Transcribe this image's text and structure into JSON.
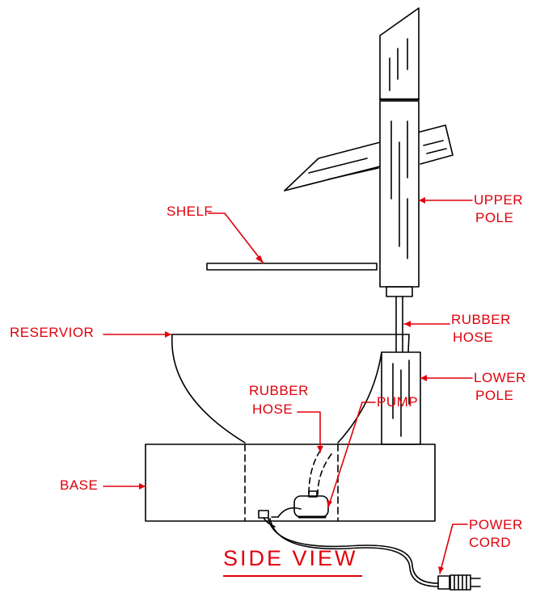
{
  "title": "SIDE VIEW",
  "labels": {
    "shelf": "SHELF",
    "upper_pole_1": "UPPER",
    "upper_pole_2": "POLE",
    "rubber_hose_top_1": "RUBBER",
    "rubber_hose_top_2": "HOSE",
    "reservior": "RESERVIOR",
    "lower_pole_1": "LOWER",
    "lower_pole_2": "POLE",
    "rubber_hose_inner_1": "RUBBER",
    "rubber_hose_inner_2": "HOSE",
    "base": "BASE",
    "pump": "PUMP",
    "power_cord_1": "POWER",
    "power_cord_2": "CORD"
  },
  "colors": {
    "ink": "#000000",
    "annotation": "#e0000b"
  }
}
